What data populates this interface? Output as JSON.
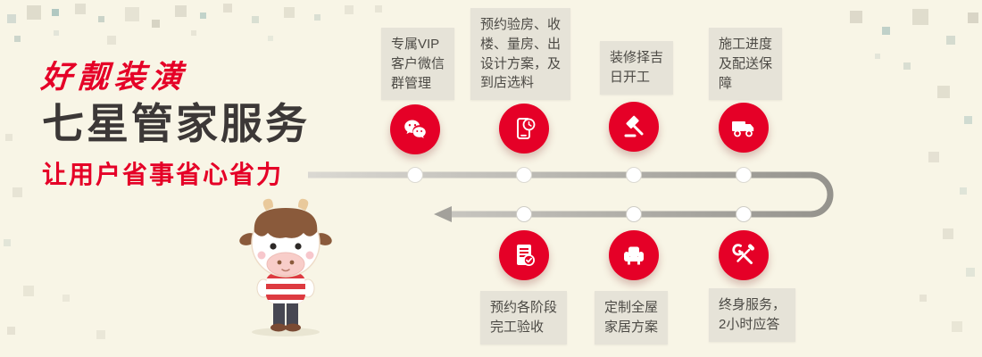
{
  "theme": {
    "red": "#e50027",
    "dark": "#3c3837",
    "label_bg": "#e6e3d8",
    "label_text": "#4c4a45",
    "background": "#f8f5e6",
    "arrow_light": "#d8d6d0",
    "arrow_dark": "#93918b"
  },
  "header": {
    "brand": "好靓装潢",
    "title": "七星管家服务",
    "tagline": "让用户省事省心省力"
  },
  "steps_top": [
    {
      "label": "专属VIP\n客户微信\n群管理",
      "icon": "wechat-icon"
    },
    {
      "label": "预约验房、收\n楼、量房、出\n设计方案，及\n到店选料",
      "icon": "phone-appointment-icon"
    },
    {
      "label": "装修择吉\n日开工",
      "icon": "gavel-icon"
    },
    {
      "label": "施工进度\n及配送保\n障",
      "icon": "delivery-truck-icon"
    }
  ],
  "steps_bottom": [
    {
      "label": "预约各阶段\n完工验收",
      "icon": "acceptance-checklist-icon"
    },
    {
      "label": "定制全屋\n家居方案",
      "icon": "furniture-icon"
    },
    {
      "label": "终身服务，\n2小时应答",
      "icon": "lifetime-service-tools-icon"
    }
  ]
}
